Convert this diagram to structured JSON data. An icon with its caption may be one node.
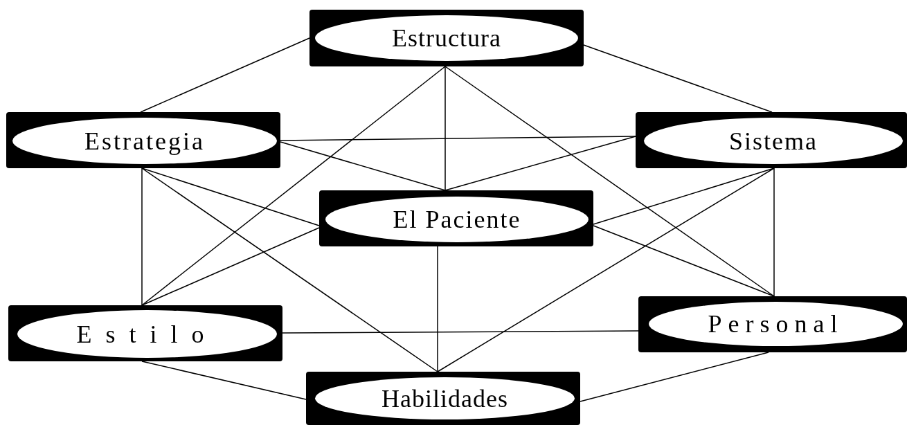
{
  "diagram": {
    "nodes": [
      {
        "text": [
          "Estructura"
        ]
      },
      {
        "text": [
          "Estrategia"
        ]
      },
      {
        "text": [
          "Sistema"
        ]
      },
      {
        "text": [
          "El Paciente"
        ]
      },
      {
        "text": [
          "Estilo"
        ]
      },
      {
        "text": [
          "Personal"
        ]
      },
      {
        "text": [
          "Habilidades"
        ]
      }
    ],
    "edges": [
      {
        "from": 0,
        "to": 1,
        "arrow": "none"
      },
      {
        "from": 0,
        "to": 2,
        "arrow": "none"
      },
      {
        "from": 0,
        "to": 3,
        "arrow": "none"
      },
      {
        "from": 0,
        "to": 4,
        "arrow": "none"
      },
      {
        "from": 0,
        "to": 5,
        "arrow": "none"
      },
      {
        "from": 1,
        "to": 2,
        "arrow": "none"
      },
      {
        "from": 1,
        "to": 3,
        "arrow": "none"
      },
      {
        "from": 2,
        "to": 3,
        "arrow": "none"
      },
      {
        "from": 1,
        "to": 4,
        "arrow": "none"
      },
      {
        "from": 1,
        "to": 3,
        "arrow": "none"
      },
      {
        "from": 1,
        "to": 6,
        "arrow": "none"
      },
      {
        "from": 4,
        "to": 3,
        "arrow": "none"
      },
      {
        "from": 2,
        "to": 3,
        "arrow": "none"
      },
      {
        "from": 2,
        "to": 6,
        "arrow": "none"
      },
      {
        "from": 2,
        "to": 5,
        "arrow": "none"
      },
      {
        "from": 5,
        "to": 3,
        "arrow": "none"
      },
      {
        "from": 3,
        "to": 6,
        "arrow": "none"
      },
      {
        "from": 4,
        "to": 5,
        "arrow": "none"
      },
      {
        "from": 4,
        "to": 6,
        "arrow": "none"
      },
      {
        "from": 5,
        "to": 6,
        "arrow": "none"
      }
    ]
  }
}
